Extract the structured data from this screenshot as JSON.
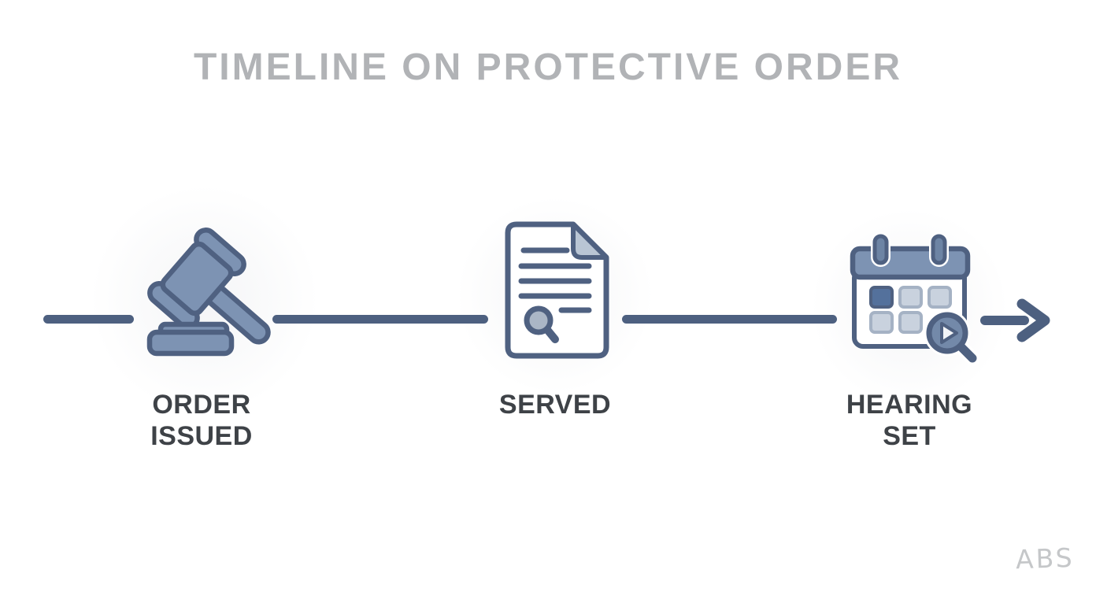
{
  "title": "TIMELINE ON PROTECTIVE ORDER",
  "watermark": "ABS",
  "colors": {
    "background": "#ffffff",
    "title_text": "#b1b3b6",
    "label_text": "#3e4247",
    "line": "#4d6080",
    "icon_fill": "#7d93b3",
    "icon_stroke": "#4f6181",
    "icon_light": "#b9c5d4",
    "page_fill": "#ffffff",
    "lens_fill": "#aab6c6",
    "ring_fill": "#6d84a4",
    "badge_fill": "#7389a9",
    "calendar_dark_cell": "#54719c",
    "calendar_light_cell": "#c9d2de",
    "calendar_cell_border": "#a5b2c4",
    "play_triangle": "#f2f4f7",
    "watermark_text": "#c5c7c9"
  },
  "timeline": {
    "steps": [
      {
        "id": "order-issued",
        "icon": "gavel-icon",
        "lines": [
          "ORDER",
          "ISSUED"
        ]
      },
      {
        "id": "served",
        "icon": "document-icon",
        "lines": [
          "SERVED"
        ]
      },
      {
        "id": "hearing-set",
        "icon": "calendar-icon",
        "lines": [
          "HEARING",
          "SET"
        ]
      }
    ],
    "arrow_icon": "right-arrow-icon"
  }
}
